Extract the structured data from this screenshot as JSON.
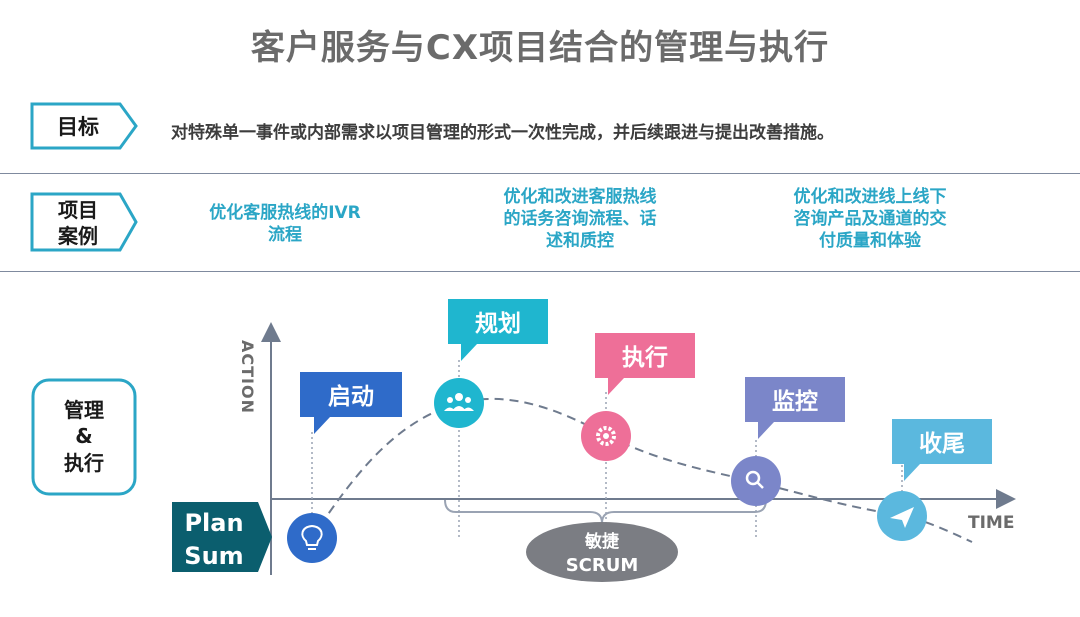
{
  "title": "客户服务与CX项目结合的管理与执行",
  "goal": {
    "label": "目标",
    "text": "对特殊单一事件或内部需求以项目管理的形式一次性完成，并后续跟进与提出改善措施。"
  },
  "cases": {
    "label_line1": "项目",
    "label_line2": "案例",
    "items": [
      {
        "line1": "优化客服热线的IVR",
        "line2": "流程",
        "line3": ""
      },
      {
        "line1": "优化和改进客服热线",
        "line2": "的话务咨询流程、话",
        "line3": "述和质控"
      },
      {
        "line1": "优化和改进线上线下",
        "line2": "咨询产品及通道的交",
        "line3": "付质量和体验"
      }
    ]
  },
  "management": {
    "line1": "管理",
    "line2": "&",
    "line3": "执行"
  },
  "diagram": {
    "y_axis_label": "ACTION",
    "x_axis_label": "TIME",
    "plan_sum_line1": "Plan",
    "plan_sum_line2": "Sum",
    "scrum_line1": "敏捷",
    "scrum_line2": "SCRUM",
    "stages": [
      {
        "label": "启动",
        "icon": "lightbulb-icon",
        "color": "#2f6bc9"
      },
      {
        "label": "规划",
        "icon": "people-icon",
        "color": "#1fb6cf"
      },
      {
        "label": "执行",
        "icon": "gear-icon",
        "color": "#ee6f98"
      },
      {
        "label": "监控",
        "icon": "search-icon",
        "color": "#7b86c9"
      },
      {
        "label": "收尾",
        "icon": "paper-plane-icon",
        "color": "#5bb8de"
      }
    ]
  }
}
